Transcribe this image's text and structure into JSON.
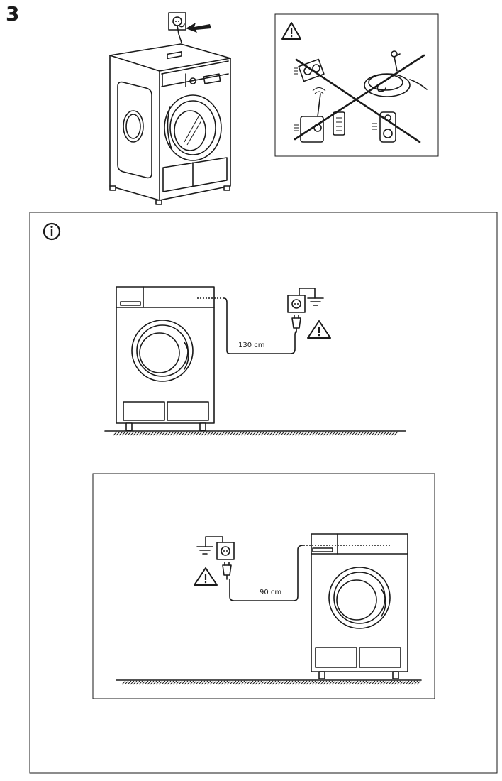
{
  "step": {
    "number": "3"
  },
  "info_panel": {
    "icon": "info-icon",
    "example_long": {
      "distance_label": "130 cm",
      "icon": "warning-icon"
    },
    "example_short": {
      "distance_label": "90 cm",
      "icon": "warning-icon"
    }
  },
  "forbidden_panel": {
    "icon": "warning-icon",
    "crossed_items": [
      "multi-plug-adapter-icon",
      "extension-cord-icon",
      "timer-plug-icon",
      "remote-control-icon",
      "plug-adapter-icon"
    ]
  },
  "colors": {
    "line": "#1a1a1a",
    "background": "#ffffff"
  }
}
